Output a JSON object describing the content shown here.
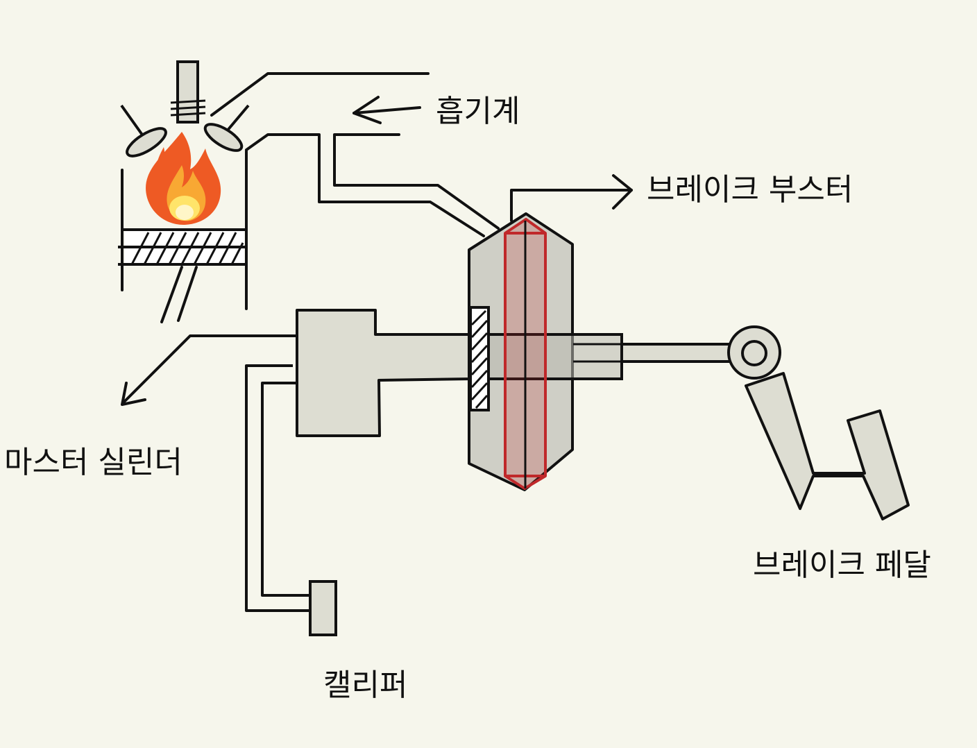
{
  "labels": {
    "intake": "흡기계",
    "booster": "브레이크 부스터",
    "master_cylinder": "마스터 실린더",
    "pedal": "브레이크 페달",
    "caliper": "캘리퍼"
  },
  "colors": {
    "background": "#f6f6ec",
    "part_fill": "#ddddd2",
    "booster_fill": "#cfcfc6",
    "stroke": "#111111",
    "diaphragm": "#c0282a",
    "flame_outer": "#ee5a24",
    "flame_inner": "#ffd84a"
  },
  "icons": {
    "flame": "fire-icon"
  }
}
